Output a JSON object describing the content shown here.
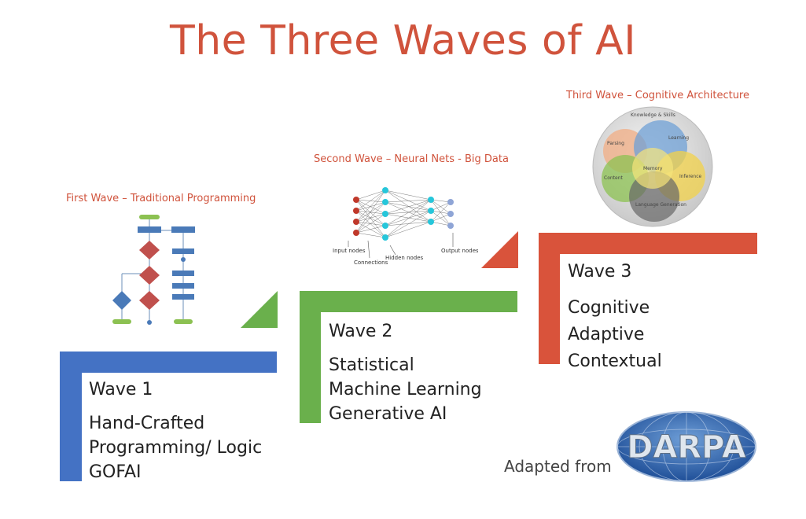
{
  "title": "The Three Waves of AI",
  "waves": [
    {
      "caption": "First Wave – Traditional Programming",
      "heading": "Wave 1",
      "lines": [
        "Hand-Crafted",
        "Programming/ Logic",
        "GOFAI"
      ],
      "color": "#4472c4"
    },
    {
      "caption": "Second Wave – Neural Nets - Big Data",
      "heading": "Wave 2",
      "lines": [
        "Statistical",
        "Machine Learning",
        "Generative AI"
      ],
      "color": "#6ab04c",
      "diagram_labels": {
        "input": "Input nodes",
        "connections": "Connections",
        "hidden": "Hidden nodes",
        "output": "Output nodes"
      }
    },
    {
      "caption": "Third Wave – Cognitive Architecture",
      "heading": "Wave 3",
      "lines": [
        "Cognitive",
        "Adaptive",
        "Contextual"
      ],
      "color": "#d9533b",
      "diagram_labels": {
        "outer": "Knowledge & Skills",
        "parsing": "Parsing",
        "learning": "Learning",
        "memory": "Memory",
        "content": "Content",
        "inference": "Inference",
        "language": "Language Generation"
      }
    }
  ],
  "footer": {
    "adapted": "Adapted from",
    "logo": "DARPA"
  }
}
